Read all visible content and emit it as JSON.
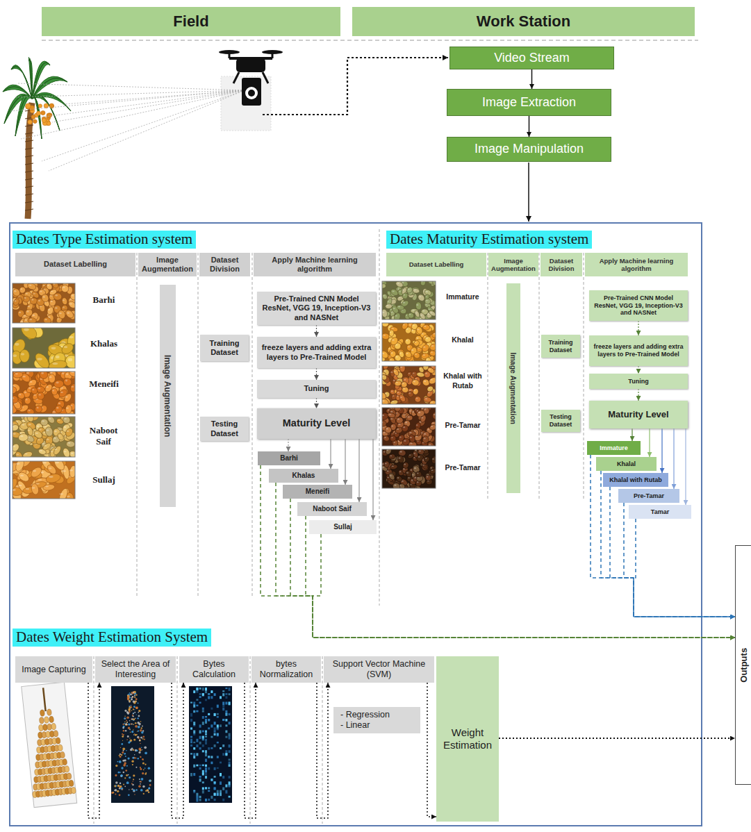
{
  "diagram": {
    "nodes": [
      {
        "text": [
          "Field"
        ]
      },
      {
        "text": [
          "Work Station"
        ]
      },
      {
        "text": [
          "Video Stream"
        ]
      },
      {
        "text": [
          "Image Extraction"
        ]
      },
      {
        "text": [
          "Image Manipulation"
        ]
      },
      {
        "text": [
          "Dates Type Estimation system"
        ]
      },
      {
        "text": [
          "Dataset Labelling"
        ]
      },
      {
        "text": [
          "Image Augmentation"
        ]
      },
      {
        "text": [
          "Dataset Division"
        ]
      },
      {
        "text": [
          "Apply Machine learning algorithm"
        ]
      },
      {
        "text": [
          "Image Augmentation"
        ]
      },
      {
        "text": [
          "Training Dataset"
        ]
      },
      {
        "text": [
          "Testing Dataset"
        ]
      },
      {
        "text": [
          "Pre-Trained CNN Model ResNet, VGG 19, Inception-V3 and NASNet"
        ]
      },
      {
        "text": [
          "freeze layers and adding extra layers to Pre-Trained Model"
        ]
      },
      {
        "text": [
          "Tuning"
        ]
      },
      {
        "text": [
          "Maturity Level"
        ]
      },
      {
        "text": [
          "Barhi"
        ]
      },
      {
        "text": [
          "Khalas"
        ]
      },
      {
        "text": [
          "Meneifi"
        ]
      },
      {
        "text": [
          "Naboot Saif"
        ]
      },
      {
        "text": [
          "Sullaj"
        ]
      },
      {
        "text": [
          "Dates Maturity Estimation system"
        ]
      },
      {
        "text": [
          "Dataset Labelling"
        ]
      },
      {
        "text": [
          "Image Augmentation"
        ]
      },
      {
        "text": [
          "Dataset Division"
        ]
      },
      {
        "text": [
          "Apply Machine learning algorithm"
        ]
      },
      {
        "text": [
          "Image Augmentation"
        ]
      },
      {
        "text": [
          "Training Dataset"
        ]
      },
      {
        "text": [
          "Testing Dataset"
        ]
      },
      {
        "text": [
          "Pre-Trained CNN Model ResNet, VGG 19, Inception-V3 and NASNet"
        ]
      },
      {
        "text": [
          "freeze layers and adding extra layers to Pre-Trained Model"
        ]
      },
      {
        "text": [
          "Tuning"
        ]
      },
      {
        "text": [
          "Maturity Level"
        ]
      },
      {
        "text": [
          "Immature"
        ]
      },
      {
        "text": [
          "Khalal"
        ]
      },
      {
        "text": [
          "Khalal with Rutab"
        ]
      },
      {
        "text": [
          "Pre-Tamar"
        ]
      },
      {
        "text": [
          "Tamar"
        ]
      },
      {
        "text": [
          "Dates Weight Estimation System"
        ]
      },
      {
        "text": [
          "Image Capturing"
        ]
      },
      {
        "text": [
          "Select the Area of Interesting"
        ]
      },
      {
        "text": [
          "Bytes Calculation"
        ]
      },
      {
        "text": [
          "bytes Normalization"
        ]
      },
      {
        "text": [
          "Support Vector Machine (SVM)"
        ]
      },
      {
        "text": [
          "- Regression",
          "- Linear"
        ]
      },
      {
        "text": [
          "Weight Estimation"
        ]
      },
      {
        "text": [
          "Outputs"
        ]
      }
    ],
    "edges": [
      {
        "from": 2,
        "to": 3,
        "arrow": "to"
      },
      {
        "from": 3,
        "to": 4,
        "arrow": "to"
      },
      {
        "from": 13,
        "to": 14,
        "arrow": "to"
      },
      {
        "from": 14,
        "to": 15,
        "arrow": "to"
      },
      {
        "from": 15,
        "to": 16,
        "arrow": "to"
      },
      {
        "from": 16,
        "to": 17,
        "arrow": "to"
      },
      {
        "from": 16,
        "to": 18,
        "arrow": "to"
      },
      {
        "from": 16,
        "to": 19,
        "arrow": "to"
      },
      {
        "from": 16,
        "to": 20,
        "arrow": "to"
      },
      {
        "from": 16,
        "to": 21,
        "arrow": "to"
      },
      {
        "from": 17,
        "to": 47,
        "arrow": "to"
      },
      {
        "from": 18,
        "to": 47,
        "arrow": "to"
      },
      {
        "from": 19,
        "to": 47,
        "arrow": "to"
      },
      {
        "from": 20,
        "to": 47,
        "arrow": "to"
      },
      {
        "from": 21,
        "to": 47,
        "arrow": "to"
      },
      {
        "from": 30,
        "to": 31,
        "arrow": "to"
      },
      {
        "from": 31,
        "to": 32,
        "arrow": "to"
      },
      {
        "from": 32,
        "to": 33,
        "arrow": "to"
      },
      {
        "from": 33,
        "to": 34,
        "arrow": "to"
      },
      {
        "from": 33,
        "to": 35,
        "arrow": "to"
      },
      {
        "from": 33,
        "to": 36,
        "arrow": "to"
      },
      {
        "from": 33,
        "to": 37,
        "arrow": "to"
      },
      {
        "from": 33,
        "to": 38,
        "arrow": "to"
      },
      {
        "from": 34,
        "to": 47,
        "arrow": "to"
      },
      {
        "from": 35,
        "to": 47,
        "arrow": "to"
      },
      {
        "from": 36,
        "to": 47,
        "arrow": "to"
      },
      {
        "from": 37,
        "to": 47,
        "arrow": "to"
      },
      {
        "from": 38,
        "to": 47,
        "arrow": "to"
      },
      {
        "from": 40,
        "to": 41,
        "arrow": "to"
      },
      {
        "from": 41,
        "to": 42,
        "arrow": "to"
      },
      {
        "from": 42,
        "to": 43,
        "arrow": "to"
      },
      {
        "from": 43,
        "to": 44,
        "arrow": "to"
      },
      {
        "from": 44,
        "to": 46,
        "arrow": "to"
      },
      {
        "from": 46,
        "to": 47,
        "arrow": "to"
      }
    ],
    "labels": [
      "Barhi",
      "Khalas",
      "Meneifi",
      "Naboot Saif",
      "Sullaj",
      "Immature",
      "Khalal",
      "Khalal with Rutab",
      "Pre-Tamar",
      "Pre-Tamar"
    ]
  }
}
